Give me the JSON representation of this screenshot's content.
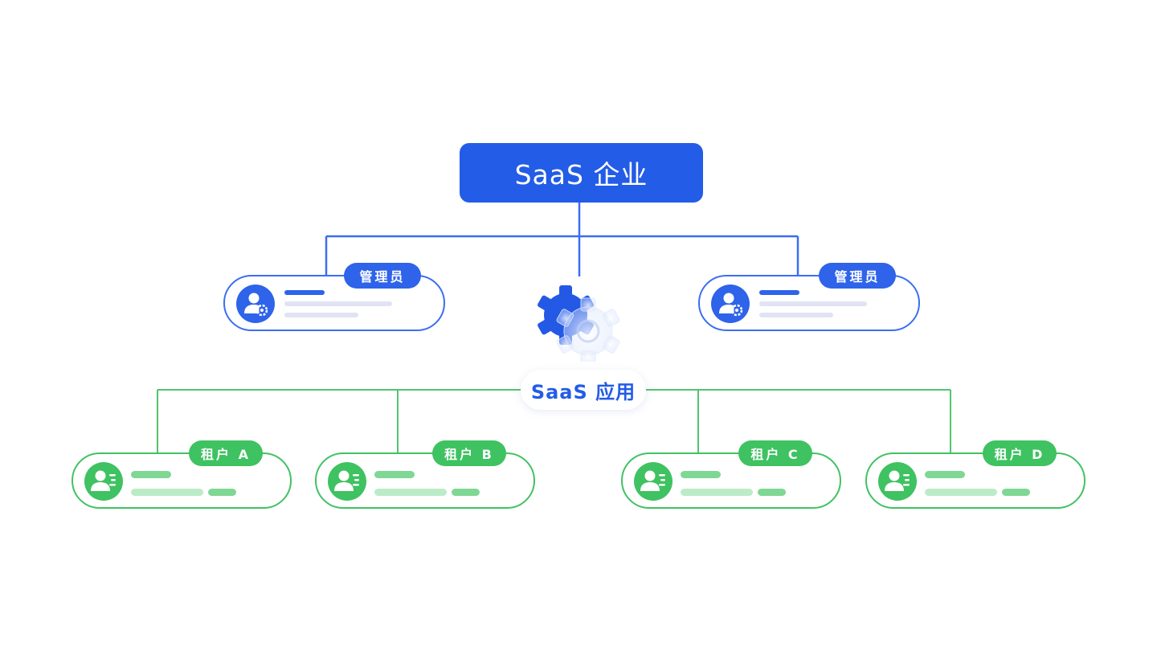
{
  "enterprise": {
    "label": "SaaS 企业"
  },
  "app": {
    "label": "SaaS 应用",
    "icon": "gear-icon"
  },
  "admins": [
    {
      "tag": "管理员",
      "icon": "admin-user-icon"
    },
    {
      "tag": "管理员",
      "icon": "admin-user-icon"
    }
  ],
  "tenants": [
    {
      "tag": "租户 A",
      "icon": "tenant-user-icon"
    },
    {
      "tag": "租户 B",
      "icon": "tenant-user-icon"
    },
    {
      "tag": "租户 C",
      "icon": "tenant-user-icon"
    },
    {
      "tag": "租户 D",
      "icon": "tenant-user-icon"
    }
  ],
  "colors": {
    "enterprise": "#235ce6",
    "admin": "#2e63ea",
    "tenant": "#3fc261",
    "admin_connector": "#3b6ef0",
    "tenant_connector": "#52c46d"
  }
}
